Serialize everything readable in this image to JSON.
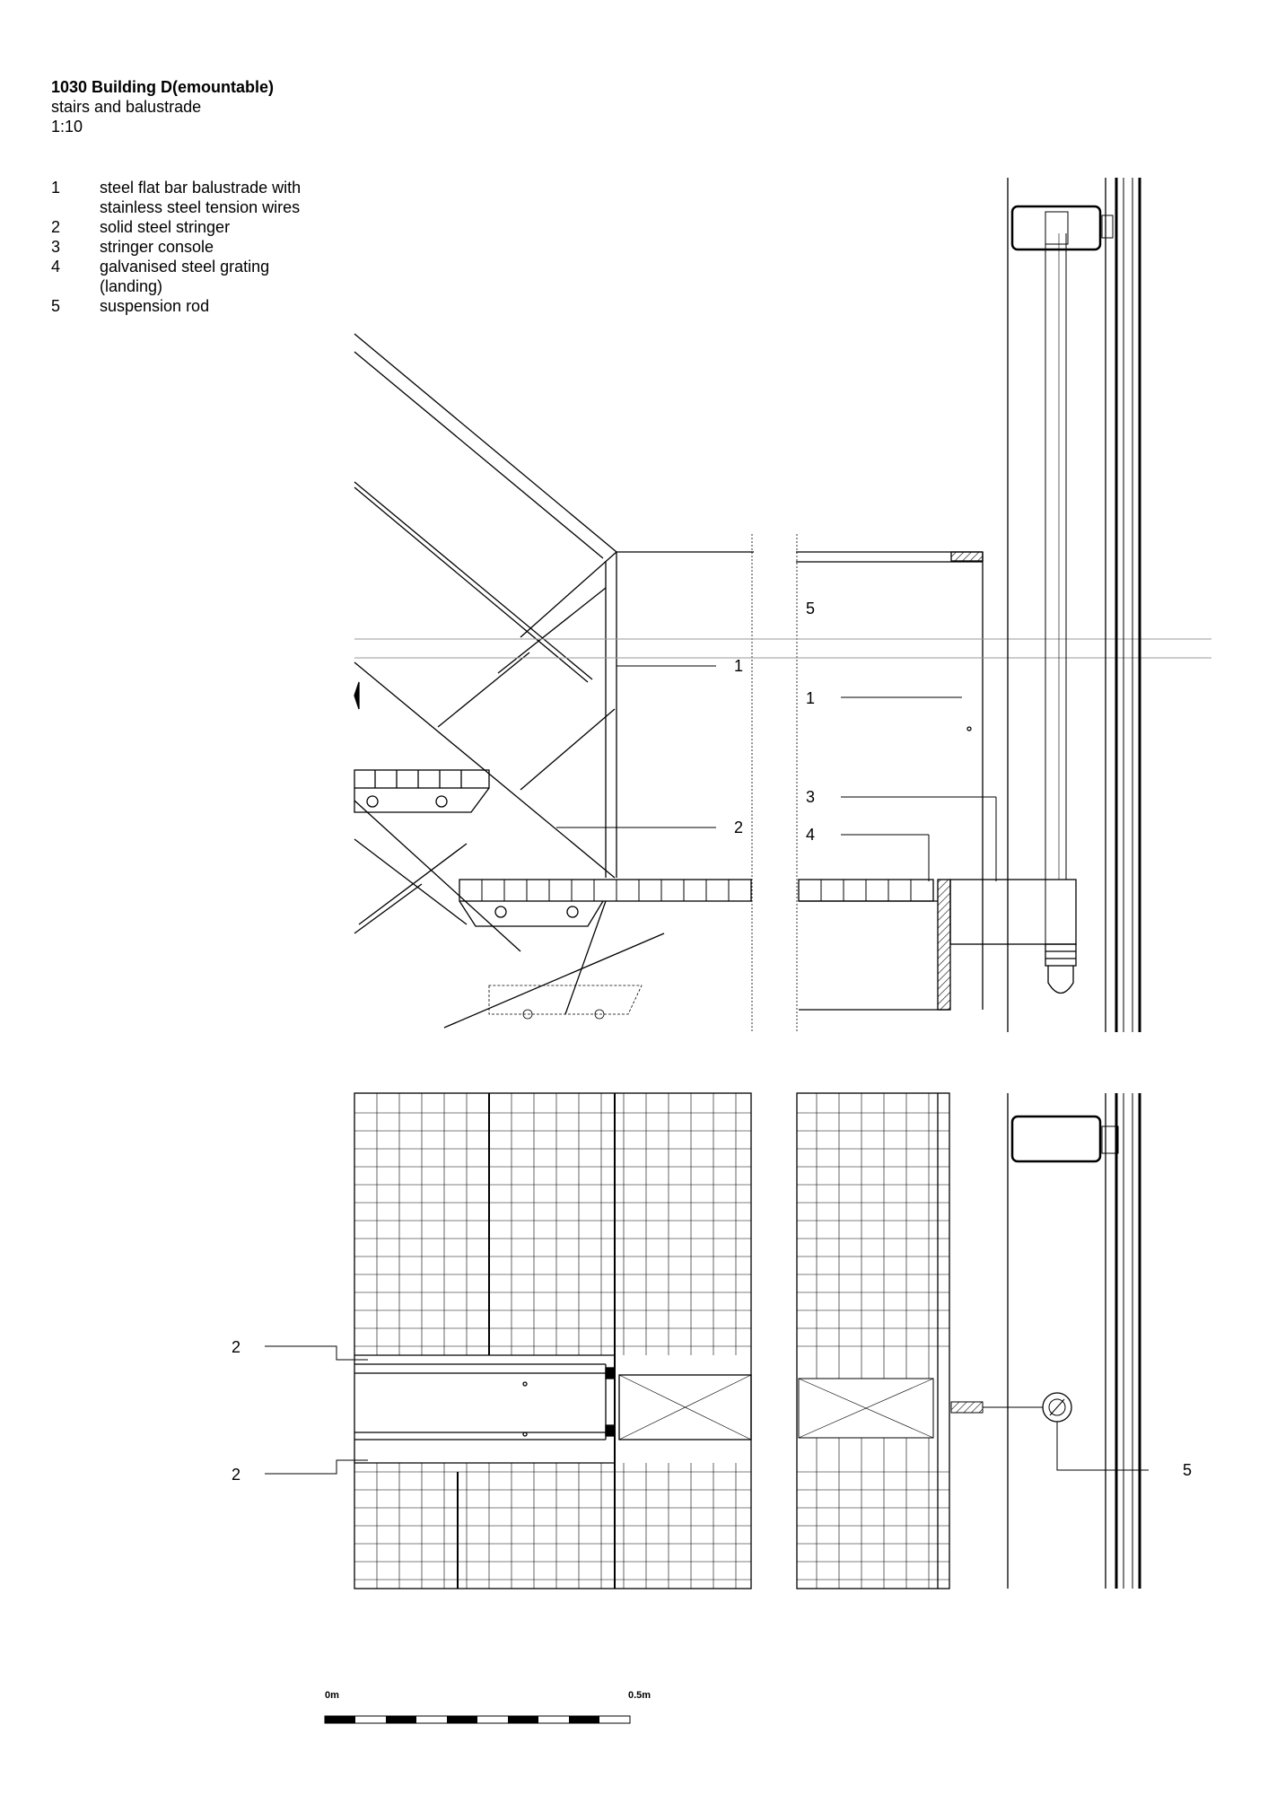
{
  "title": {
    "line1": "1030 Building D(emountable)",
    "line2": "stairs and balustrade",
    "scale": "1:10"
  },
  "legend": [
    {
      "num": "1",
      "text": "steel flat bar balustrade with stainless steel tension wires"
    },
    {
      "num": "2",
      "text": "solid steel stringer"
    },
    {
      "num": "3",
      "text": "stringer console"
    },
    {
      "num": "4",
      "text": "galvanised steel grating (landing)"
    },
    {
      "num": "5",
      "text": "suspension rod"
    }
  ],
  "callouts": {
    "c5_top": "5",
    "c1_left": "1",
    "c1_right": "1",
    "c2_mid": "2",
    "c3": "3",
    "c4": "4",
    "c2_plan_top": "2",
    "c2_plan_bottom": "2",
    "c5_plan": "5"
  },
  "scalebar": {
    "start": "0m",
    "end": "0.5m"
  }
}
